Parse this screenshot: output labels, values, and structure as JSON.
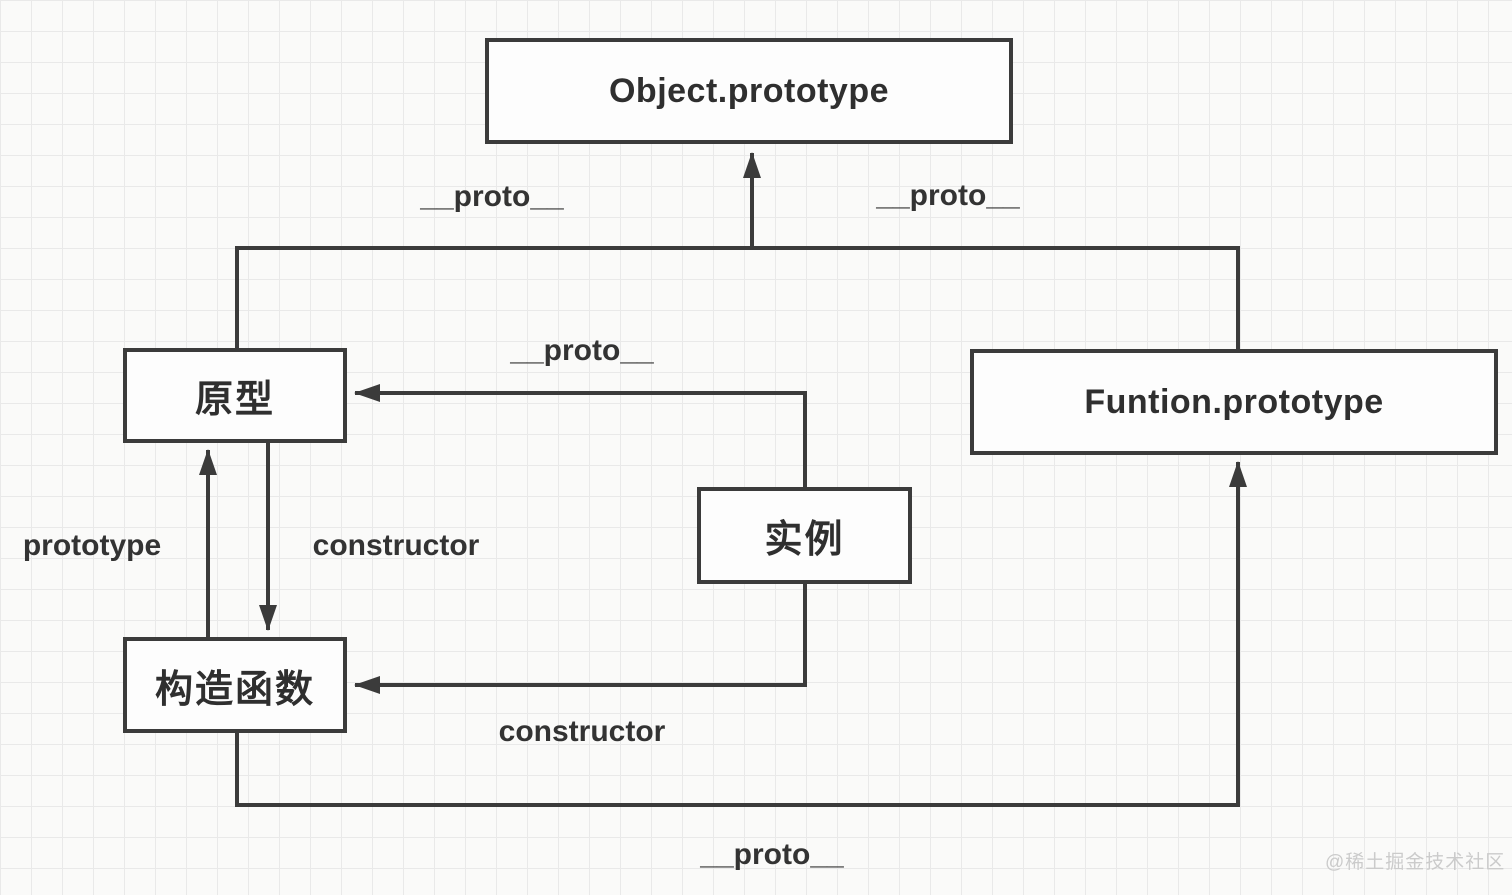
{
  "diagram": {
    "nodes": {
      "object_prototype": {
        "label": "Object.prototype"
      },
      "yuanxing": {
        "label": "原型"
      },
      "funtion_prototype": {
        "label": "Funtion.prototype"
      },
      "shili": {
        "label": "实例"
      },
      "gouzao_hanshu": {
        "label": "构造函数"
      }
    },
    "edge_labels": {
      "proto_top_left": "__proto__",
      "proto_top_right": "__proto__",
      "proto_mid": "__proto__",
      "proto_bottom": "__proto__",
      "prototype_vertical": "prototype",
      "constructor_vertical": "constructor",
      "constructor_bottom": "constructor"
    },
    "colors": {
      "stroke": "#3b3b3b",
      "text": "#333333",
      "node_fill": "#fdfdfd",
      "grid_line": "#e9e9e9",
      "background": "#fafaf9",
      "watermark": "#cbcbcb"
    }
  },
  "watermark": {
    "text": "@稀土掘金技术社区"
  }
}
